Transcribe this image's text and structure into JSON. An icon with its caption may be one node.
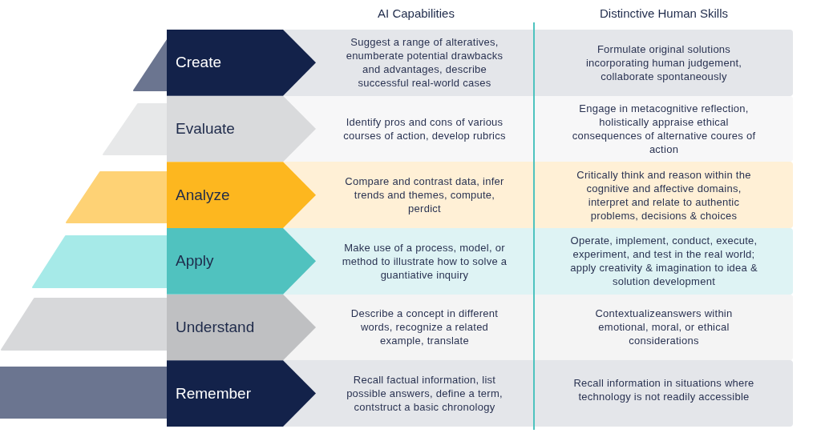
{
  "diagram": {
    "nodes": [
      {
        "text": [
          "Create"
        ]
      },
      {
        "text": [
          "Suggest a range of alteratives, enumberate potential drawbacks and advantages, describe successful real-world cases"
        ]
      },
      {
        "text": [
          "Formulate original solutions incorporating human judgement, collaborate spontaneously"
        ]
      },
      {
        "text": [
          "Evaluate"
        ]
      },
      {
        "text": [
          "Identify pros and cons of various courses of action, develop rubrics"
        ]
      },
      {
        "text": [
          "Engage in metacognitive reflection, holistically appraise ethical consequences of alternative coures of action"
        ]
      },
      {
        "text": [
          "Analyze"
        ]
      },
      {
        "text": [
          "Compare and contrast data, infer trends and themes, compute, perdict"
        ]
      },
      {
        "text": [
          "Critically think and reason within the cognitive and affective domains, interpret and relate to authentic problems, decisions & choices"
        ]
      },
      {
        "text": [
          "Apply"
        ]
      },
      {
        "text": [
          "Make use of a process, model, or method to illustrate how to solve a guantiative inquiry"
        ]
      },
      {
        "text": [
          "Operate, implement, conduct, execute, experiment, and test in the real world; apply creativity & imagination to idea & solution development"
        ]
      },
      {
        "text": [
          "Understand"
        ]
      },
      {
        "text": [
          "Describe a concept in different words, recognize a related example, translate"
        ]
      },
      {
        "text": [
          "Contextualizeanswers within emotional, moral, or ethical considerations"
        ]
      },
      {
        "text": [
          "Remember"
        ]
      },
      {
        "text": [
          "Recall factual information, list possible answers, define a term, contstruct a basic chronology"
        ]
      },
      {
        "text": [
          "Recall information in situations where technology is not readily accessible"
        ]
      }
    ],
    "labels": [
      "AI Capabilities",
      "Distinctive Human Skills"
    ]
  }
}
